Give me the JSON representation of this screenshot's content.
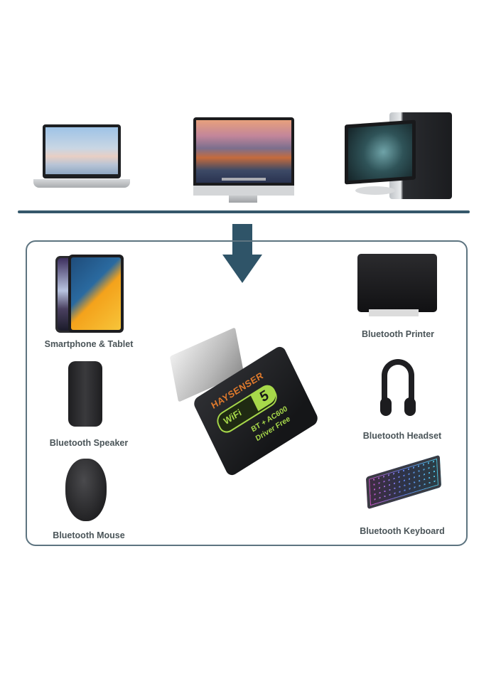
{
  "top_devices": [
    {
      "name": "laptop"
    },
    {
      "name": "imac"
    },
    {
      "name": "desktop-pc"
    }
  ],
  "colors": {
    "divider": "#35586b",
    "arrow": "#2f5468",
    "panel_border": "#5d7480",
    "label_text": "#4a5458",
    "brand_orange": "#e07a2c",
    "wifi_green": "#a7d84a"
  },
  "dongle": {
    "brand": "HAYSENSER",
    "wifi_label": "WiFi",
    "wifi_generation": "5",
    "spec_line1": "BT + AC600",
    "spec_line2": "Driver Free"
  },
  "left_devices": [
    {
      "label": "Smartphone & Tablet"
    },
    {
      "label": "Bluetooth Speaker"
    },
    {
      "label": "Bluetooth Mouse"
    }
  ],
  "right_devices": [
    {
      "label": "Bluetooth Printer"
    },
    {
      "label": "Bluetooth Headset"
    },
    {
      "label": "Bluetooth Keyboard"
    }
  ]
}
